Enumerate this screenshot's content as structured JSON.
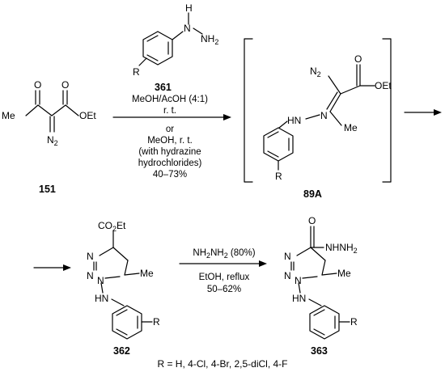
{
  "compounds": {
    "c151": {
      "number": "151",
      "atoms": {
        "O": "O",
        "O2": "O",
        "OEt": "OEt",
        "Me": "Me",
        "N2": "N",
        "N2_sub": "2"
      }
    },
    "c361": {
      "number": "361",
      "atoms": {
        "H": "H",
        "N": "N",
        "NH": "NH",
        "NH_sub": "2",
        "R": "R"
      }
    },
    "c89A": {
      "number": "89A",
      "atoms": {
        "N2": "N",
        "N2_sub": "2",
        "O": "O",
        "OEt": "OEt",
        "HN": "HN",
        "N": "N",
        "Me": "Me",
        "R": "R"
      }
    },
    "c362": {
      "number": "362",
      "atoms": {
        "CO2Et_a": "CO",
        "CO2Et_sub": "2",
        "CO2Et_b": "Et",
        "N1": "N",
        "N2": "N",
        "N3": "N",
        "Me": "Me",
        "HN": "HN",
        "R": "R"
      }
    },
    "c363": {
      "number": "363",
      "atoms": {
        "O": "O",
        "NHNH": "NHNH",
        "NHNH_sub": "2",
        "N1": "N",
        "N2": "N",
        "N3": "N",
        "Me": "Me",
        "HN": "HN",
        "R": "R"
      }
    }
  },
  "step1": {
    "conditions": [
      "MeOH/AcOH (4:1)",
      "r. t.",
      "or",
      "MeOH, r. t.",
      "(with hydrazine",
      "hydrochlorides)",
      "40–73%"
    ]
  },
  "step2": {
    "reagent_a": "NH",
    "reagent_sub1": "2",
    "reagent_b": "NH",
    "reagent_sub2": "2",
    "reagent_c": " (80%)",
    "conditions": [
      "EtOH, reflux",
      "50–62%"
    ]
  },
  "footnote": "R = H, 4-Cl, 4-Br, 2,5-diCl, 4-F"
}
